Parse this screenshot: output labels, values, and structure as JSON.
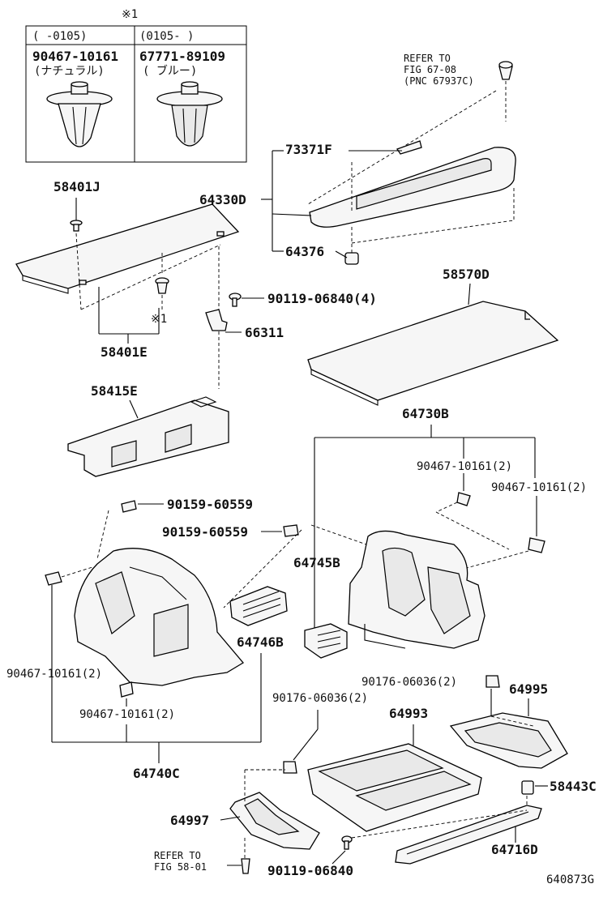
{
  "note_mark": "※1",
  "note_mark_small": "※1",
  "clip_table": {
    "col1_header": "(     -0105)",
    "col2_header": "(0105-      )",
    "col1_part": "90467-10161",
    "col1_note": "(ナチュラル)",
    "col2_part": "67771-89109",
    "col2_note": "( ブルー)"
  },
  "refer_top": {
    "line1": "REFER TO",
    "line2": "FIG 67-08",
    "line3": "(PNC 67937C)"
  },
  "refer_bottom": {
    "line1": "REFER TO",
    "line2": "FIG 58-01"
  },
  "labels": {
    "p58401J": "58401J",
    "p73371F": "73371F",
    "p64330D": "64330D",
    "p64376": "64376",
    "p58570D": "58570D",
    "p90119_06840_4": "90119-06840(4)",
    "p66311": "66311",
    "p58401E": "58401E",
    "p58415E": "58415E",
    "p64730B": "64730B",
    "p90467_r1": "90467-10161(2)",
    "p90467_r2": "90467-10161(2)",
    "p90159_a": "90159-60559",
    "p90159_b": "90159-60559",
    "p64745B": "64745B",
    "p64746B": "64746B",
    "p90467_l1": "90467-10161(2)",
    "p90467_l2": "90467-10161(2)",
    "p64740C": "64740C",
    "p90176_a": "90176-06036(2)",
    "p90176_b": "90176-06036(2)",
    "p64995": "64995",
    "p64993": "64993",
    "p58443C": "58443C",
    "p64997": "64997",
    "p64716D": "64716D",
    "p90119_06840": "90119-06840"
  },
  "figure_id": "640873G"
}
